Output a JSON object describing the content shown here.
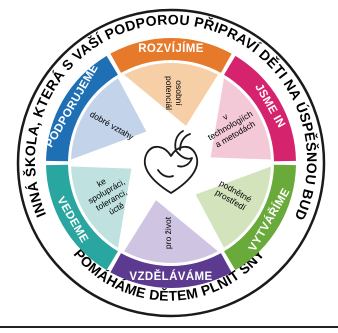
{
  "outer_text_top": "JSME RODINNÁ ŠKOLA, KTERÁ S VAŠÍ PODPOROU PŘIPRAVÍ DĚTI NA ÚSPĚŠNOU BUDOUCNOST",
  "outer_text_bottom": "POMÁHÁME DĚTEM PLNIT SNY",
  "segments": [
    {
      "label": "PODPORUJEME",
      "petal": "dobré vztahy",
      "color": "#1f6fb5",
      "petal_color": "#c3d3ea"
    },
    {
      "label": "ROZVÍJÍME",
      "petal": "osobní potenciál",
      "color": "#e6792a",
      "petal_color": "#f6cfa7"
    },
    {
      "label": "JSME IN",
      "petal": "v technologiích a metodách",
      "color": "#d6236e",
      "petal_color": "#f3c8d7"
    },
    {
      "label": "VYTVÁŘÍME",
      "petal": "podnětné prostředí",
      "color": "#6aaa3a",
      "petal_color": "#d3e4bd"
    },
    {
      "label": "VZDĚLÁVÁME",
      "petal": "pro život",
      "color": "#5b3a8f",
      "petal_color": "#cfc4e2"
    },
    {
      "label": "VEDEME",
      "petal": "ke spolupráci, toleranci, úctě",
      "color": "#2aa6a0",
      "petal_color": "#bfe2e0"
    }
  ],
  "center_icon": "goat-heart-logo"
}
